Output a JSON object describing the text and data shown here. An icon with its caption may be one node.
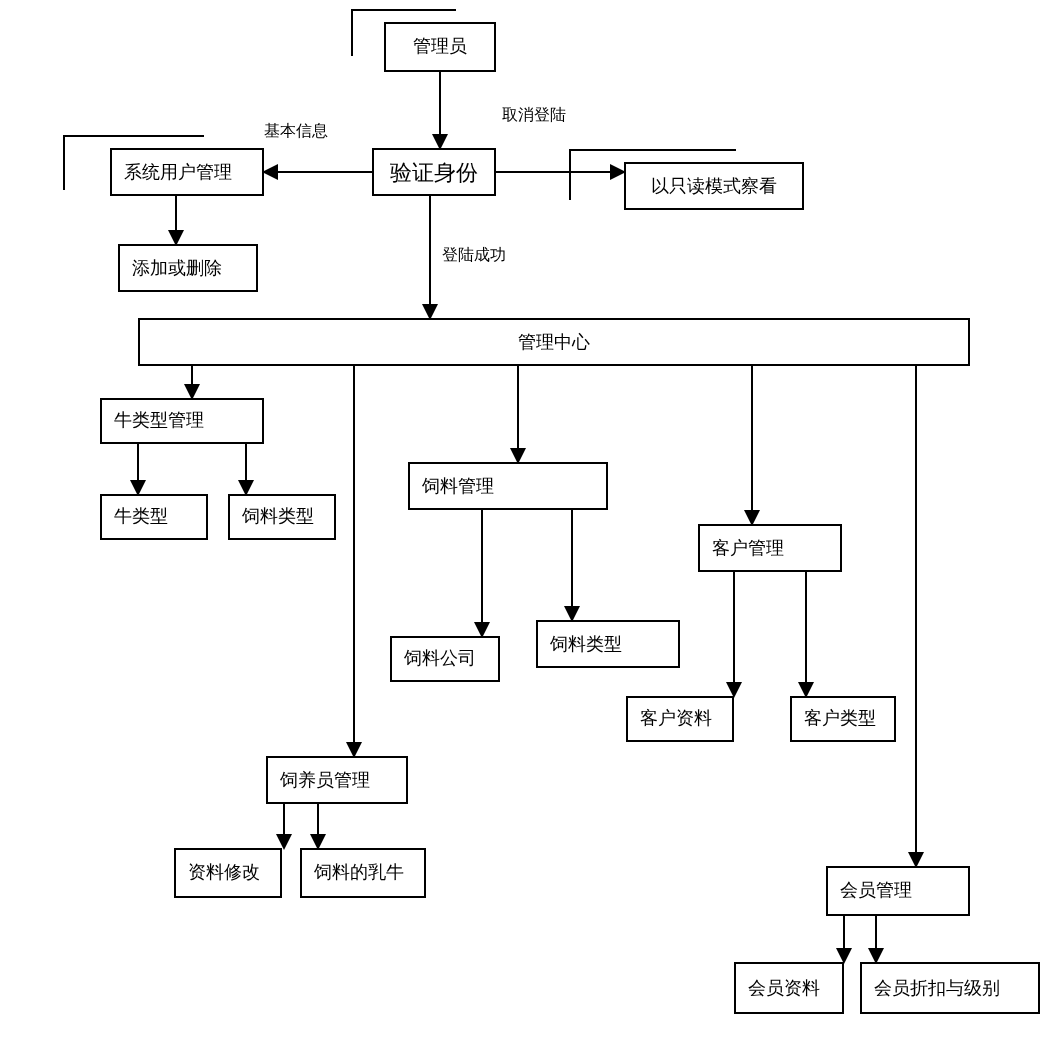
{
  "diagram": {
    "nodes": [
      {
        "text": [
          "管理员"
        ]
      },
      {
        "text": [
          "验证身份"
        ]
      },
      {
        "text": [
          "系统用户管理"
        ]
      },
      {
        "text": [
          "以只读模式察看"
        ]
      },
      {
        "text": [
          "添加或删除"
        ]
      },
      {
        "text": [
          "管理中心"
        ]
      },
      {
        "text": [
          "牛类型管理"
        ]
      },
      {
        "text": [
          "牛类型"
        ]
      },
      {
        "text": [
          "饲料类型"
        ]
      },
      {
        "text": [
          "饲料管理"
        ]
      },
      {
        "text": [
          "饲料公司"
        ]
      },
      {
        "text": [
          "饲料类型"
        ]
      },
      {
        "text": [
          "客户管理"
        ]
      },
      {
        "text": [
          "客户资料"
        ]
      },
      {
        "text": [
          "客户类型"
        ]
      },
      {
        "text": [
          "饲养员管理"
        ]
      },
      {
        "text": [
          "资料修改"
        ]
      },
      {
        "text": [
          "饲料的乳牛"
        ]
      },
      {
        "text": [
          "会员管理"
        ]
      },
      {
        "text": [
          "会员资料"
        ]
      },
      {
        "text": [
          "会员折扣与级别"
        ]
      }
    ],
    "edges": [
      {
        "from": 0,
        "to": 1,
        "arrow": "to"
      },
      {
        "from": 1,
        "to": 2,
        "arrow": "to",
        "label": "基本信息"
      },
      {
        "from": 1,
        "to": 3,
        "arrow": "to",
        "label": "取消登陆"
      },
      {
        "from": 2,
        "to": 4,
        "arrow": "to"
      },
      {
        "from": 1,
        "to": 5,
        "arrow": "to",
        "label": "登陆成功"
      },
      {
        "from": 5,
        "to": 6,
        "arrow": "to"
      },
      {
        "from": 5,
        "to": 15,
        "arrow": "to"
      },
      {
        "from": 5,
        "to": 9,
        "arrow": "to"
      },
      {
        "from": 5,
        "to": 12,
        "arrow": "to"
      },
      {
        "from": 5,
        "to": 18,
        "arrow": "to"
      },
      {
        "from": 6,
        "to": 7,
        "arrow": "to"
      },
      {
        "from": 6,
        "to": 8,
        "arrow": "to"
      },
      {
        "from": 9,
        "to": 10,
        "arrow": "to"
      },
      {
        "from": 9,
        "to": 11,
        "arrow": "to"
      },
      {
        "from": 12,
        "to": 13,
        "arrow": "to"
      },
      {
        "from": 12,
        "to": 14,
        "arrow": "to"
      },
      {
        "from": 15,
        "to": 16,
        "arrow": "to"
      },
      {
        "from": 15,
        "to": 17,
        "arrow": "to"
      },
      {
        "from": 18,
        "to": 19,
        "arrow": "to"
      },
      {
        "from": 18,
        "to": 20,
        "arrow": "to"
      }
    ]
  }
}
